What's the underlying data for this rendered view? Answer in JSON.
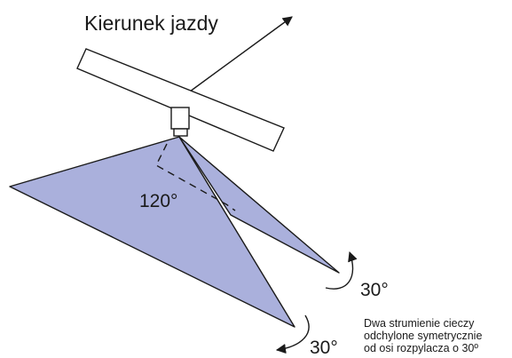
{
  "labels": {
    "direction": "Kierunek jazdy",
    "angle_spray": "120°",
    "angle_right": "30°",
    "angle_bottom": "30°",
    "note_line1": "Dwa strumienie cieczy",
    "note_line2": "odchylone symetrycznie",
    "note_line3": "od osi rozpylacza o 30º"
  },
  "colors": {
    "spray_fill": "#aab0dc",
    "outline": "#1a1a1a"
  }
}
